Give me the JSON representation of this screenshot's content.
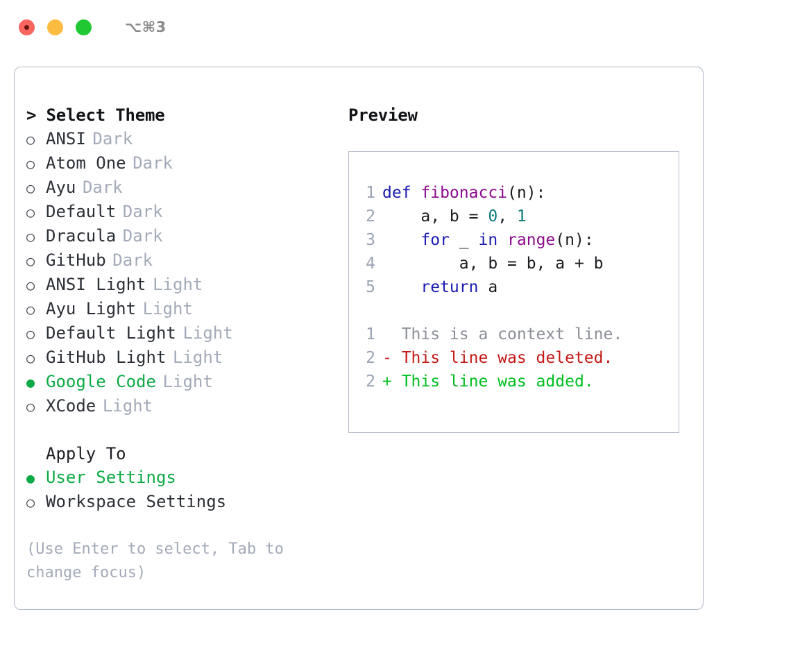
{
  "window": {
    "title": "⌥⌘3",
    "traffic_lights": [
      {
        "name": "close",
        "color": "#f9655f"
      },
      {
        "name": "minimize",
        "color": "#fcbc40"
      },
      {
        "name": "maximize",
        "color": "#20c933"
      }
    ]
  },
  "theme_picker": {
    "heading": "> Select Theme",
    "marker_selected": "●",
    "marker_unselected": "○",
    "options": [
      {
        "label": "ANSI",
        "kind": "Dark",
        "selected": false
      },
      {
        "label": "Atom One",
        "kind": "Dark",
        "selected": false
      },
      {
        "label": "Ayu",
        "kind": "Dark",
        "selected": false
      },
      {
        "label": "Default",
        "kind": "Dark",
        "selected": false
      },
      {
        "label": "Dracula",
        "kind": "Dark",
        "selected": false
      },
      {
        "label": "GitHub",
        "kind": "Dark",
        "selected": false
      },
      {
        "label": "ANSI Light",
        "kind": "Light",
        "selected": false
      },
      {
        "label": "Ayu Light",
        "kind": "Light",
        "selected": false
      },
      {
        "label": "Default Light",
        "kind": "Light",
        "selected": false
      },
      {
        "label": "GitHub Light",
        "kind": "Light",
        "selected": false
      },
      {
        "label": "Google Code",
        "kind": "Light",
        "selected": true
      },
      {
        "label": "XCode",
        "kind": "Light",
        "selected": false
      }
    ]
  },
  "apply_to": {
    "heading": "Apply To",
    "options": [
      {
        "label": "User Settings",
        "selected": true
      },
      {
        "label": "Workspace Settings",
        "selected": false
      }
    ]
  },
  "hint": "(Use Enter to select, Tab to change focus)",
  "preview": {
    "title": "Preview",
    "code_lines": [
      {
        "num": "1",
        "tokens": [
          {
            "t": "def ",
            "c": "kw"
          },
          {
            "t": "fibonacci",
            "c": "fn"
          },
          {
            "t": "(n):",
            "c": "pl"
          }
        ]
      },
      {
        "num": "2",
        "tokens": [
          {
            "t": "    a, b = ",
            "c": "pl"
          },
          {
            "t": "0",
            "c": "num"
          },
          {
            "t": ", ",
            "c": "pl"
          },
          {
            "t": "1",
            "c": "num"
          }
        ]
      },
      {
        "num": "3",
        "tokens": [
          {
            "t": "    for ",
            "c": "kw"
          },
          {
            "t": "_ ",
            "c": "pl"
          },
          {
            "t": "in ",
            "c": "kw"
          },
          {
            "t": "range",
            "c": "fn"
          },
          {
            "t": "(n):",
            "c": "pl"
          }
        ]
      },
      {
        "num": "4",
        "tokens": [
          {
            "t": "        a, b = b, a + b",
            "c": "pl"
          }
        ]
      },
      {
        "num": "5",
        "tokens": [
          {
            "t": "    return ",
            "c": "kw"
          },
          {
            "t": "a",
            "c": "pl"
          }
        ]
      }
    ],
    "diff_lines": [
      {
        "num": "1",
        "text": "  This is a context line.",
        "type": "ctx"
      },
      {
        "num": "2",
        "text": "- This line was deleted.",
        "type": "del"
      },
      {
        "num": "2",
        "text": "+ This line was added.",
        "type": "add"
      }
    ]
  },
  "colors": {
    "accent_green": "#0eaa45",
    "muted": "#a3aab8",
    "border": "#b2bac8",
    "keyword": "#1a1ab0",
    "function": "#8c0a8c",
    "number": "#0d7c7c",
    "diff_delete": "#c41a16",
    "diff_add": "#00bf1f"
  }
}
